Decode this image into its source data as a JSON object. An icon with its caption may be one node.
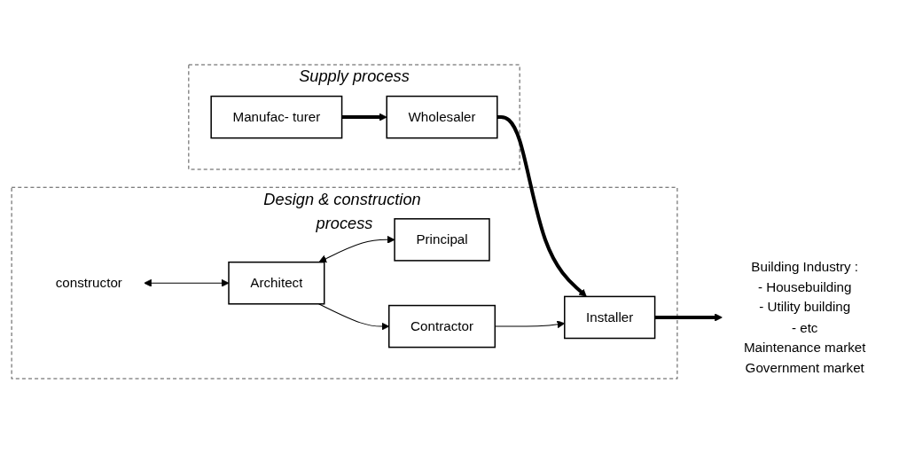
{
  "diagram": {
    "nodes": [
      {
        "text": [
          "Supply process"
        ]
      },
      {
        "text": [
          "Manufac- turer"
        ],
        "in": 0
      },
      {
        "text": [
          "Wholesaler"
        ],
        "in": 0
      },
      {
        "text": [
          "Design & construction process"
        ]
      },
      {
        "text": [
          "Principal"
        ],
        "in": 3
      },
      {
        "text": [
          "constructor"
        ],
        "in": 3
      },
      {
        "text": [
          "Architect"
        ],
        "in": 3
      },
      {
        "text": [
          "Contractor"
        ],
        "in": 3
      },
      {
        "text": [
          "Installer"
        ],
        "in": 3
      },
      {
        "text": [
          "Building Industry :",
          "- Housebuilding",
          "- Utility building",
          "- etc",
          "Maintenance market",
          "Government market"
        ]
      }
    ],
    "edges": [
      {
        "from": 1,
        "to": 2,
        "arrow": "to",
        "style": "thick"
      },
      {
        "from": 2,
        "to": 8,
        "arrow": "to",
        "style": "thick"
      },
      {
        "from": 8,
        "to": 9,
        "arrow": "to",
        "style": "thick"
      },
      {
        "from": 6,
        "to": 4,
        "arrow": "both"
      },
      {
        "from": 5,
        "to": 6,
        "arrow": "both"
      },
      {
        "from": 6,
        "to": 7,
        "arrow": "to"
      },
      {
        "from": 7,
        "to": 8,
        "arrow": "to"
      }
    ]
  }
}
